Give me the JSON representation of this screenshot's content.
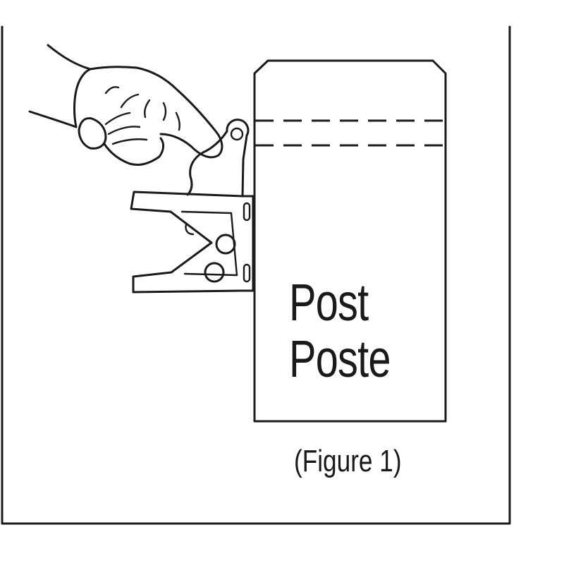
{
  "mailbox": {
    "label_line1": "Post",
    "label_line2": "Poste"
  },
  "caption": "(Figure 1)",
  "colors": {
    "ink": "#1a1a1a",
    "background": "#ffffff"
  },
  "icons": [
    "pointing-hand-icon",
    "mounting-bracket-icon",
    "mailbox-icon"
  ]
}
